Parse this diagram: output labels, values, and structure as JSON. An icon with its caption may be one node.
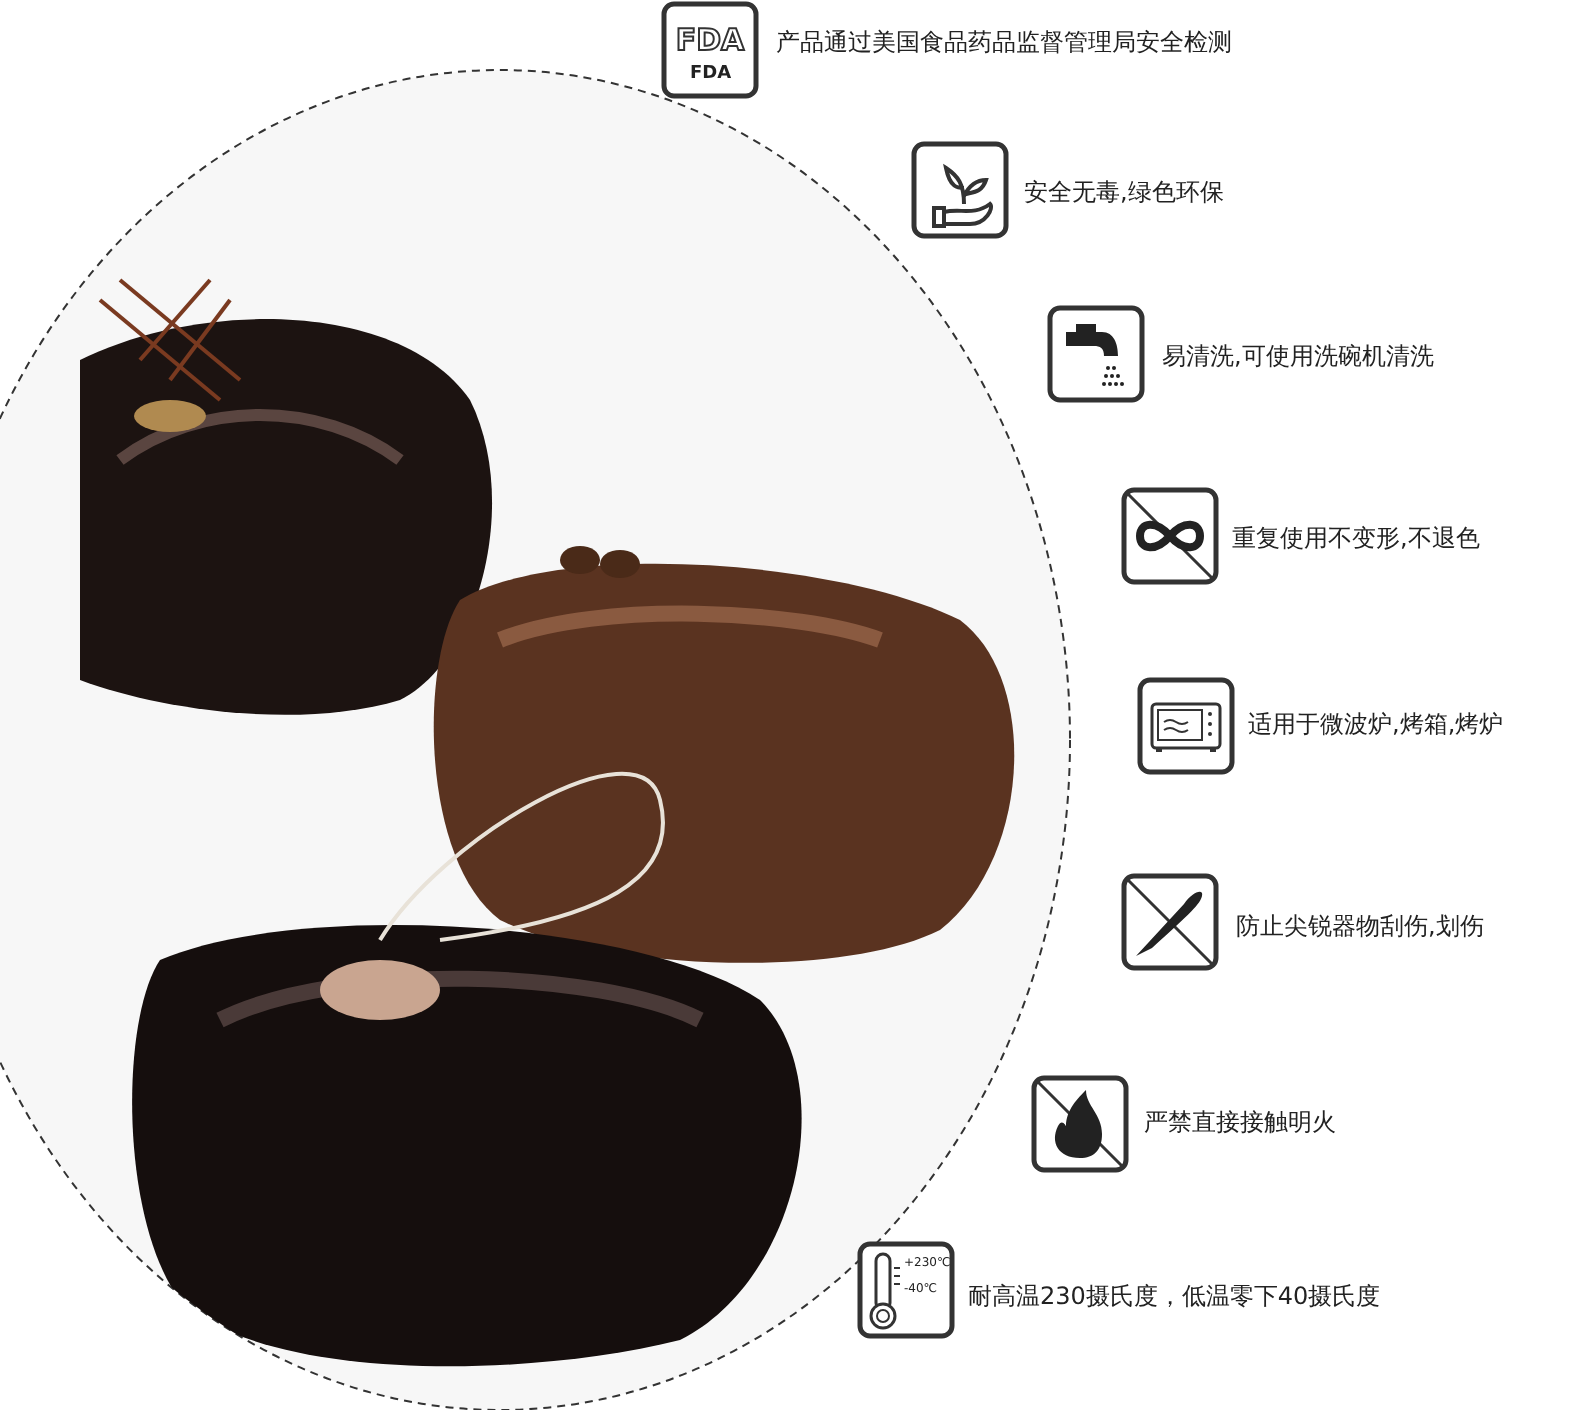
{
  "diagram": {
    "labels": [
      "FDA",
      "FDA",
      "产品通过美国食品药品监督管理局安全检测",
      "安全无毒,绿色环保",
      "易清洗,可使用洗碗机清洗",
      "重复使用不变形,不退色",
      "适用于微波炉,烤箱,烤炉",
      "防止尖锐器物刮伤,划伤",
      "严禁直接接触明火",
      "+230℃",
      "-40℃",
      "耐高温230摄氏度，低温零下40摄氏度"
    ]
  }
}
